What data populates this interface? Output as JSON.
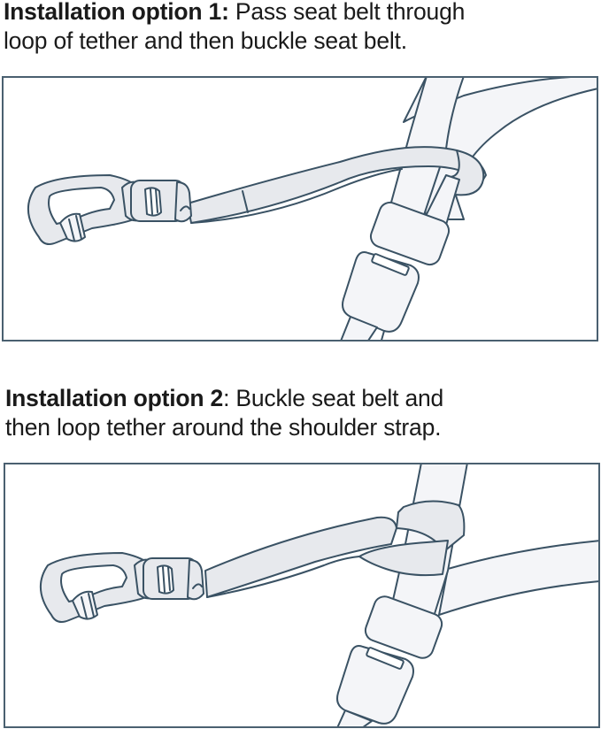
{
  "steps": [
    {
      "title_bold": "Installation option 1:",
      "title_rest": " Pass seat belt through",
      "line2": "loop of tether and then buckle seat belt.",
      "illustration": "tether-loop-through-seatbelt"
    },
    {
      "title_bold": "Installation option 2",
      "title_rest": ": Buckle seat belt and",
      "line2": "then loop tether around the shoulder strap.",
      "illustration": "tether-looped-around-shoulder-strap"
    }
  ],
  "colors": {
    "stroke": "#3a5264",
    "frame": "#4a6070",
    "fill_dark": "#e7e9ed",
    "fill_light": "#f4f5f8",
    "text": "#1a1a1a"
  }
}
